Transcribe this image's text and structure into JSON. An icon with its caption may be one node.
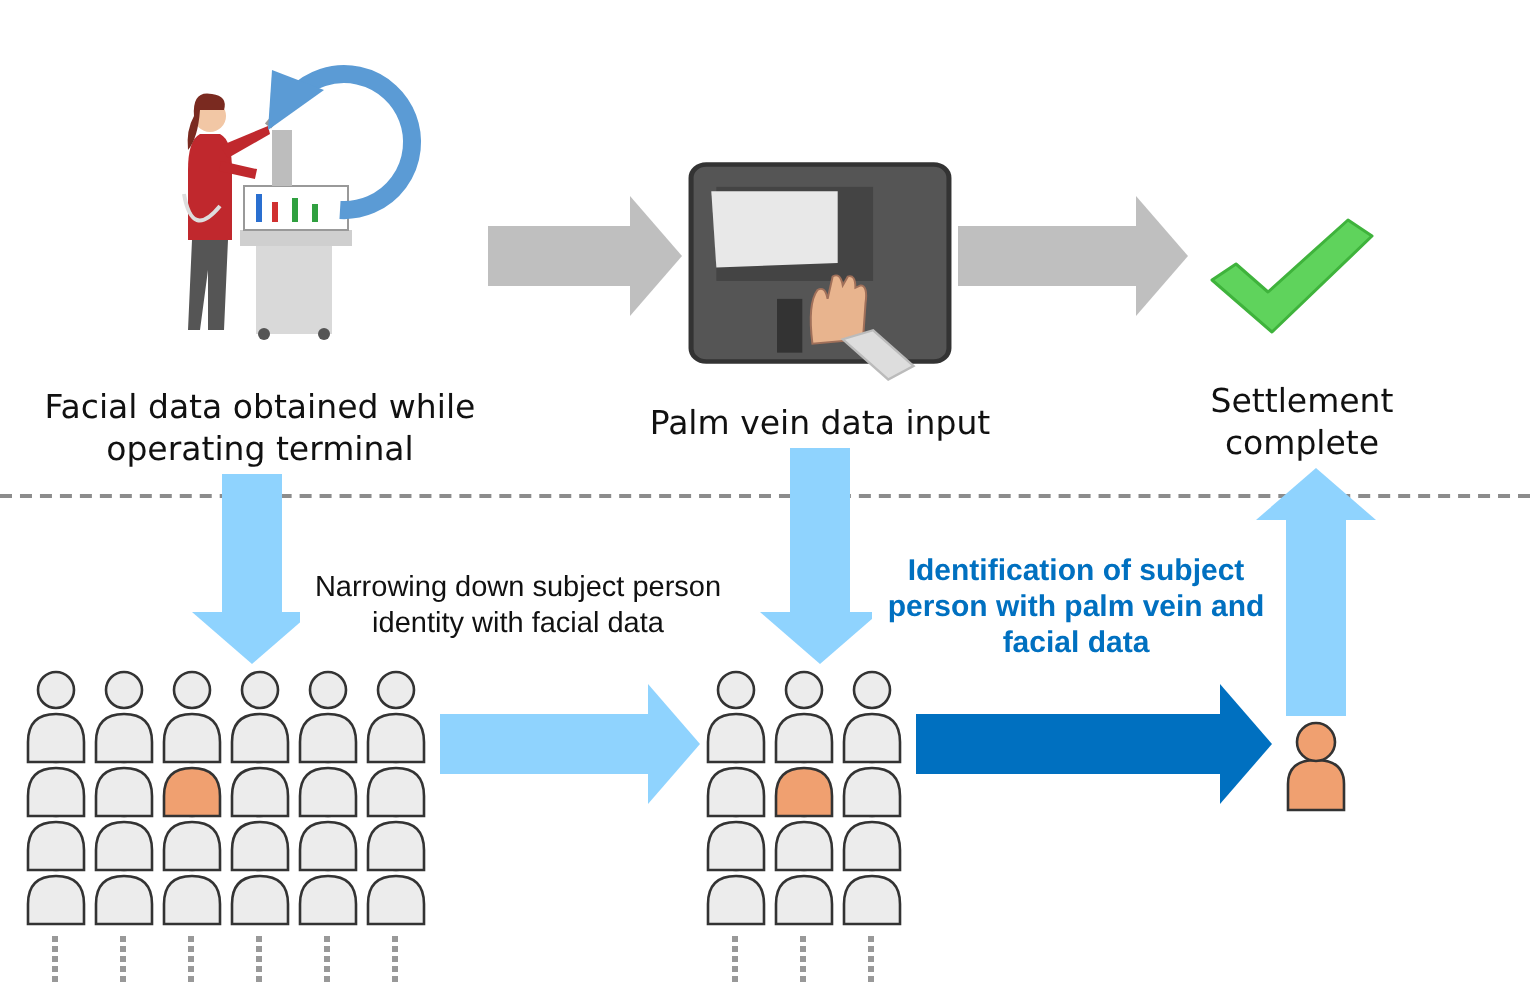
{
  "diagram": {
    "nodes": [
      {
        "text": [
          "Facial data obtained while operating terminal"
        ]
      },
      {
        "text": [
          "Palm vein data input"
        ]
      },
      {
        "text": [
          "Settlement complete"
        ]
      },
      {
        "text": [],
        "shape": "picture"
      },
      {
        "text": [],
        "shape": "picture"
      },
      {
        "text": [],
        "shape": "person"
      }
    ],
    "edges": [
      {
        "from": 0,
        "to": 1,
        "arrow": "to",
        "color": "#bfbfbf"
      },
      {
        "from": 1,
        "to": 2,
        "arrow": "to",
        "color": "#bfbfbf"
      },
      {
        "from": 0,
        "to": 3,
        "arrow": "to"
      },
      {
        "from": 1,
        "to": 4,
        "arrow": "to"
      },
      {
        "from": 3,
        "to": 4,
        "arrow": "to",
        "label": "Narrowing down subject person identity with facial data"
      },
      {
        "from": 4,
        "to": 5,
        "arrow": "to",
        "color": "#0070c0",
        "label": "Identification of subject person with palm vein and facial data"
      },
      {
        "from": 5,
        "to": 2,
        "arrow": "to"
      }
    ]
  }
}
